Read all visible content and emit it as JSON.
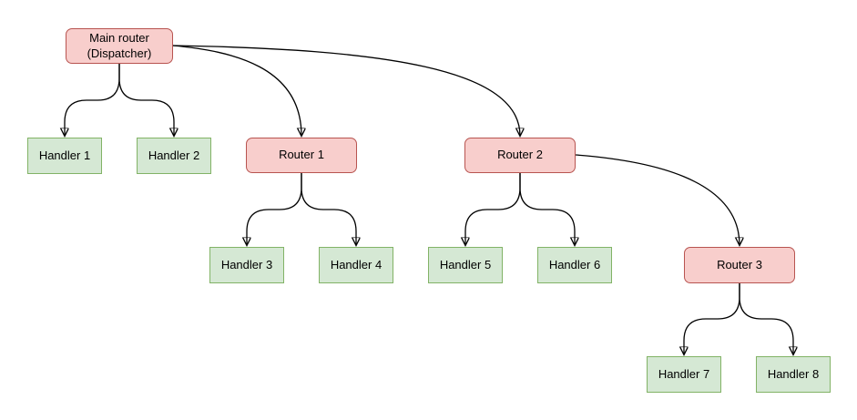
{
  "diagram": {
    "colors": {
      "background": "#ffffff",
      "router_fill": "#f8cecc",
      "router_border": "#b85450",
      "handler_fill": "#d5e8d4",
      "handler_border": "#82b366",
      "edge": "#000000",
      "text": "#000000"
    },
    "nodes": [
      {
        "id": "main-router",
        "type": "router",
        "label": "Main router\n(Dispatcher)"
      },
      {
        "id": "handler-1",
        "type": "handler",
        "label": "Handler 1"
      },
      {
        "id": "handler-2",
        "type": "handler",
        "label": "Handler 2"
      },
      {
        "id": "router-1",
        "type": "router",
        "label": "Router 1"
      },
      {
        "id": "router-2",
        "type": "router",
        "label": "Router 2"
      },
      {
        "id": "handler-3",
        "type": "handler",
        "label": "Handler 3"
      },
      {
        "id": "handler-4",
        "type": "handler",
        "label": "Handler 4"
      },
      {
        "id": "handler-5",
        "type": "handler",
        "label": "Handler 5"
      },
      {
        "id": "handler-6",
        "type": "handler",
        "label": "Handler 6"
      },
      {
        "id": "router-3",
        "type": "router",
        "label": "Router 3"
      },
      {
        "id": "handler-7",
        "type": "handler",
        "label": "Handler 7"
      },
      {
        "id": "handler-8",
        "type": "handler",
        "label": "Handler 8"
      }
    ],
    "edges": [
      {
        "from": "main-router",
        "to": "handler-1"
      },
      {
        "from": "main-router",
        "to": "handler-2"
      },
      {
        "from": "main-router",
        "to": "router-1"
      },
      {
        "from": "main-router",
        "to": "router-2"
      },
      {
        "from": "router-1",
        "to": "handler-3"
      },
      {
        "from": "router-1",
        "to": "handler-4"
      },
      {
        "from": "router-2",
        "to": "handler-5"
      },
      {
        "from": "router-2",
        "to": "handler-6"
      },
      {
        "from": "router-2",
        "to": "router-3"
      },
      {
        "from": "router-3",
        "to": "handler-7"
      },
      {
        "from": "router-3",
        "to": "handler-8"
      }
    ]
  }
}
